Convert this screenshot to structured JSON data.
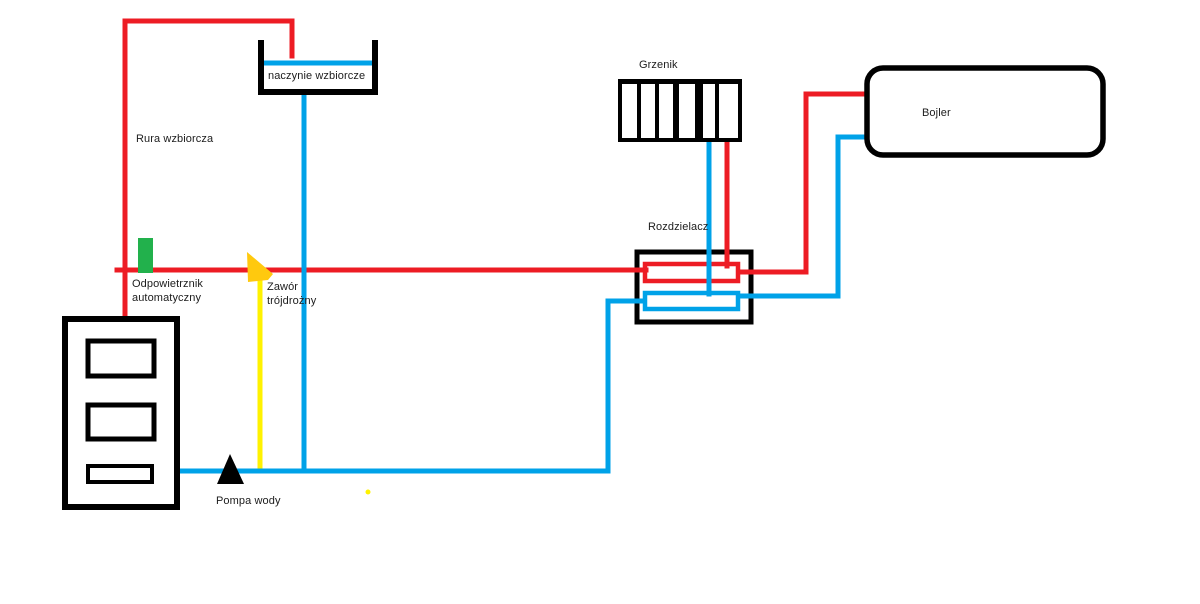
{
  "labels": {
    "expansion_vessel": "naczynie wzbiorcze",
    "expansion_pipe": "Rura wzbiorcza",
    "air_vent_line1": "Odpowietrznik",
    "air_vent_line2": "automatyczny",
    "valve_line1": "Zawór",
    "valve_line2": "trójdrożny",
    "pump": "Pompa wody",
    "radiator": "Grzenik",
    "distributor": "Rozdzielacz",
    "boiler": "Bojler"
  },
  "colors": {
    "hot": "#ED1C24",
    "cold": "#00A2E8",
    "vent": "#22B14C",
    "valve": "#FFC90E",
    "stem": "#FFF200",
    "outline": "#000000"
  }
}
